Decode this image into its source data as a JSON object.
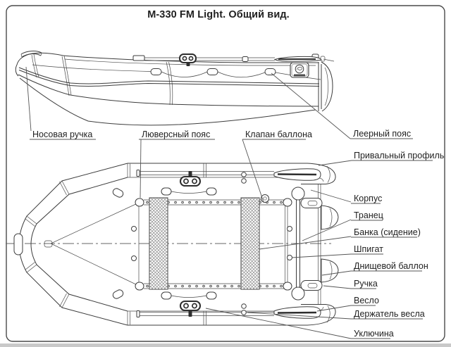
{
  "title": "М-330 FM Light. Общий вид.",
  "diagram": {
    "type": "technical-line-drawing",
    "subject": "inflatable motor boat M-330 FM Light",
    "views": [
      "side-view",
      "top-view"
    ]
  },
  "callouts": {
    "nosovaya_ruchka": "Носовая ручка",
    "lyuversnyi_poyas": "Люверсный пояс",
    "klapan_ballona": "Клапан баллона",
    "leernyi_poyas": "Леерный пояс",
    "privalnyi_profil": "Привальный профиль",
    "korpus": "Корпус",
    "tranets": "Транец",
    "banka": "Банка (сидение)",
    "shpigat": "Шпигат",
    "dnishchevoi_ballon": "Днищевой баллон",
    "ruchka": "Ручка",
    "veslo": "Весло",
    "derzhatel_vesla": "Держатель весла",
    "uklyuchina": "Уключина"
  }
}
